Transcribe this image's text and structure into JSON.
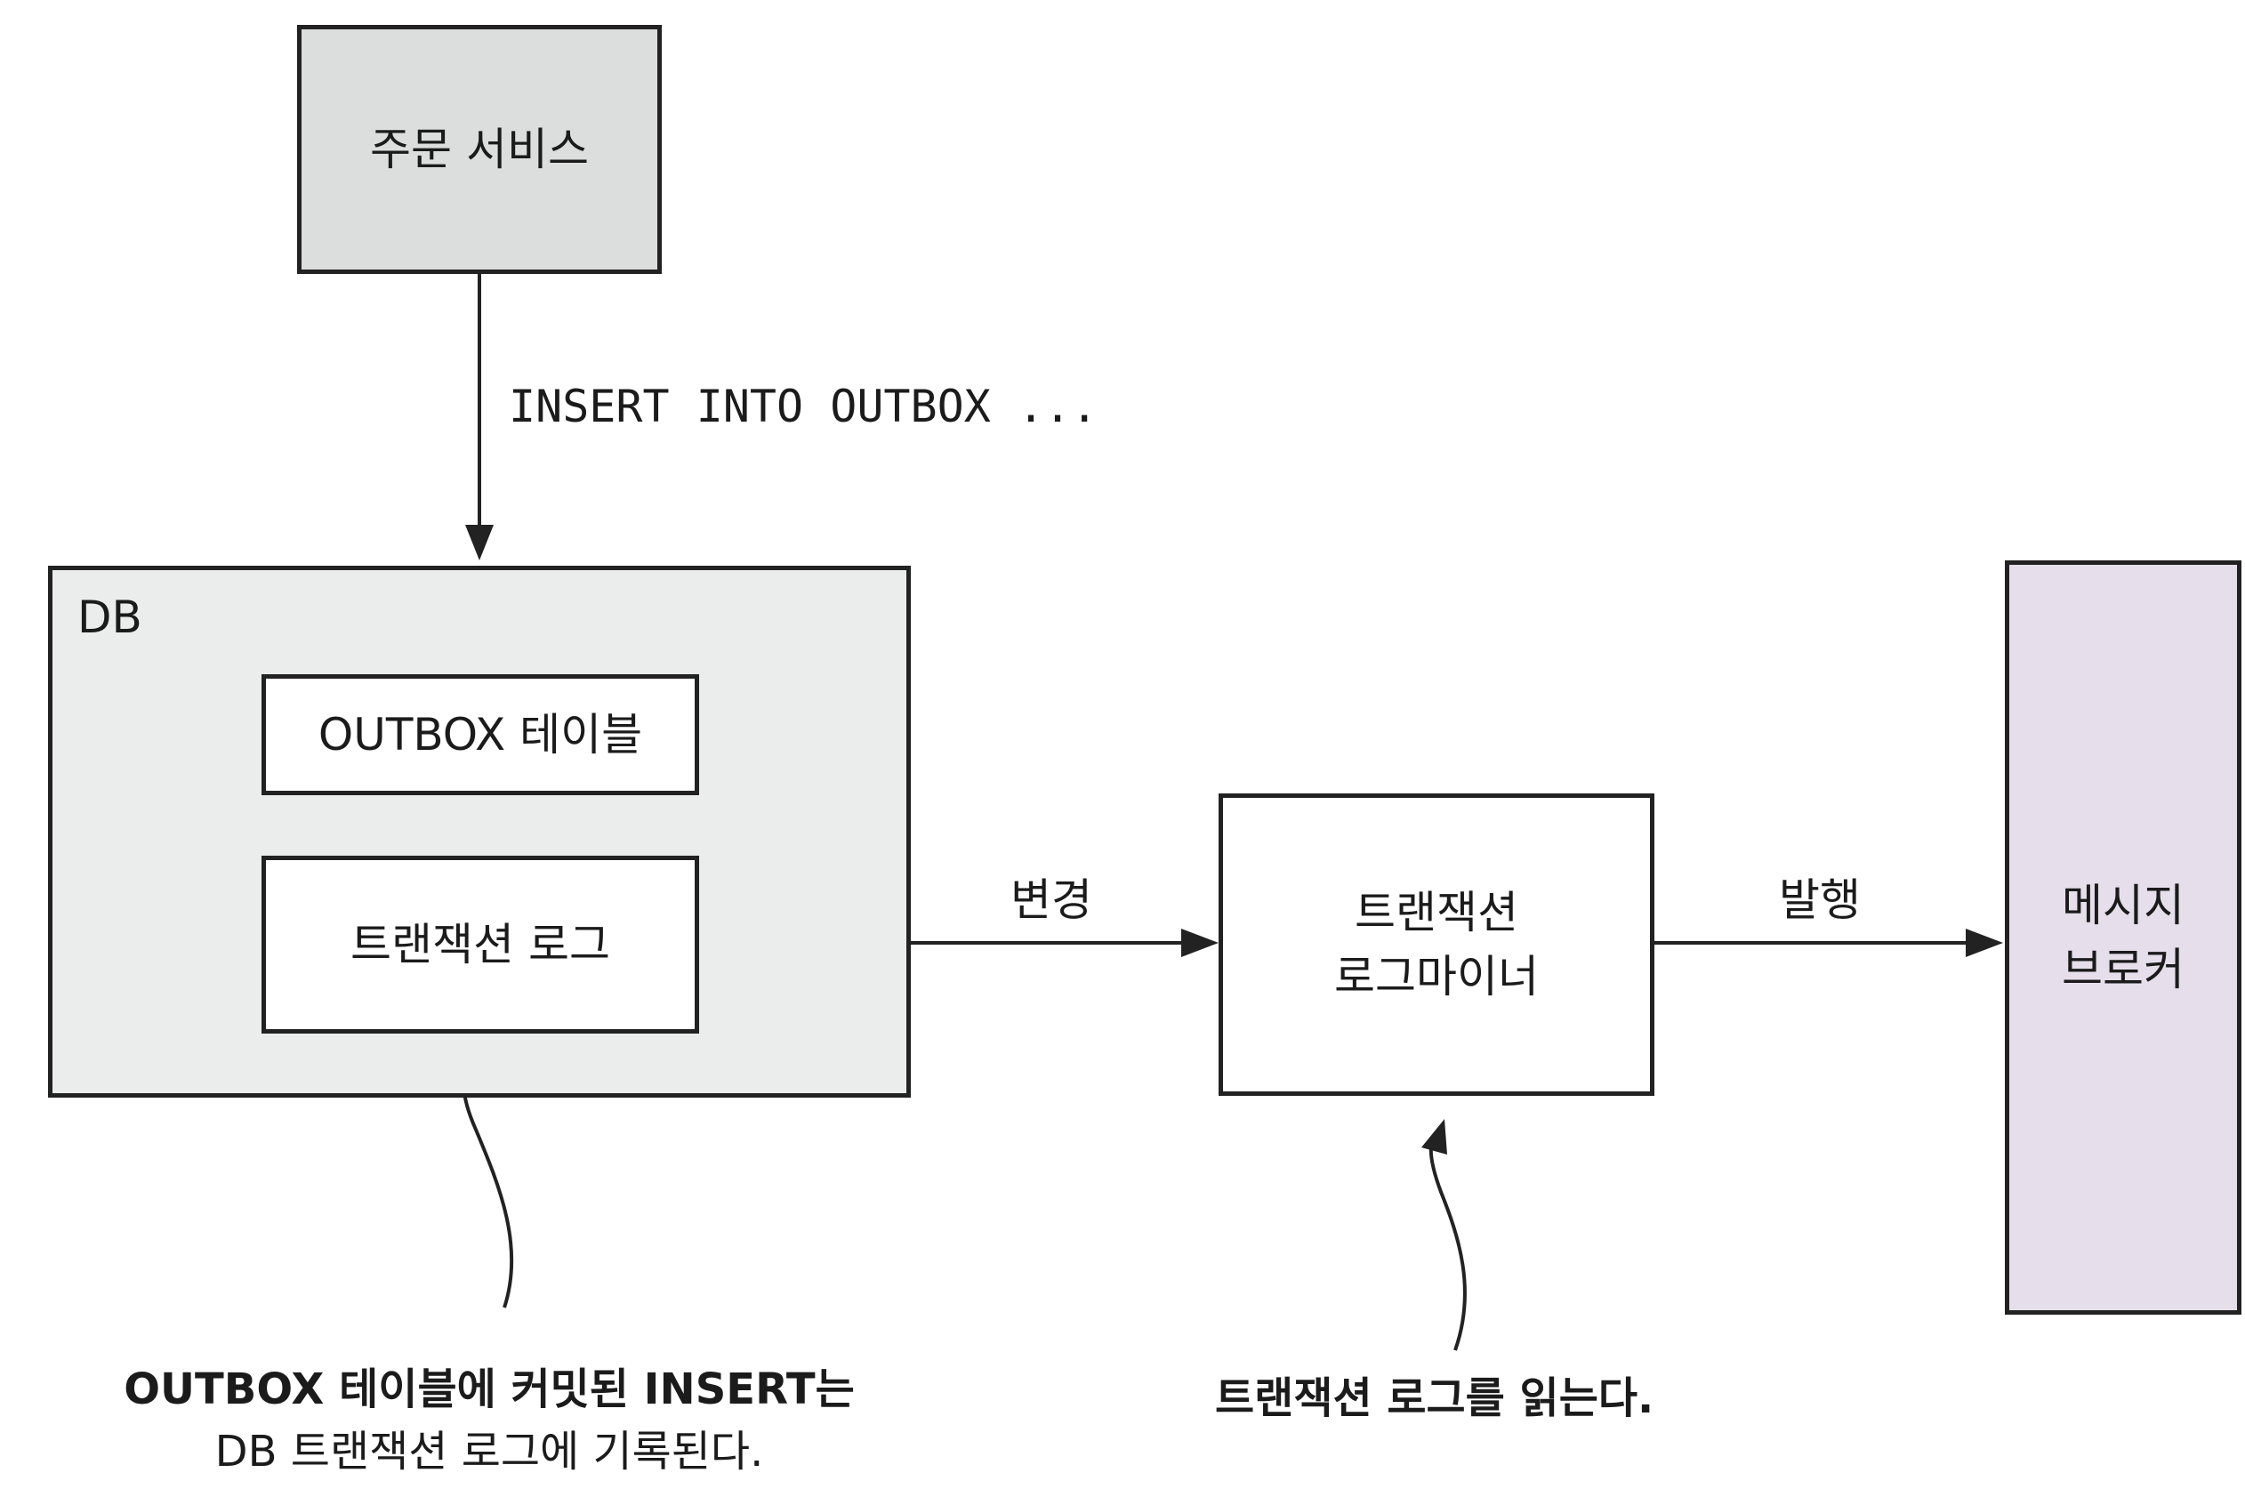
{
  "nodes": {
    "order_service": {
      "label": "주문 서비스",
      "fill": "#dcdddd"
    },
    "db": {
      "label": "DB",
      "fill": "#ebecec"
    },
    "outbox_table": {
      "label": "OUTBOX 테이블",
      "fill": "#ffffff"
    },
    "transaction_log": {
      "label": "트랜잭션 로그",
      "fill": "#ffffff"
    },
    "log_miner": {
      "line1": "트랜잭션",
      "line2": "로그마이너",
      "fill": "#ffffff"
    },
    "message_broker": {
      "line1": "메시지",
      "line2": "브로커",
      "fill": "#e6dfeb"
    }
  },
  "edges": {
    "insert_label": "INSERT INTO OUTBOX ...",
    "change_label": "변경",
    "publish_label": "발행"
  },
  "annotations": {
    "commit_note": {
      "line1": "OUTBOX 테이블에 커밋된 INSERT는",
      "line2": "DB 트랜잭션 로그에 기록된다."
    },
    "miner_note": "트랜잭션 로그를 읽는다."
  },
  "colors": {
    "stroke": "#222222",
    "text": "#1b1b1b"
  }
}
